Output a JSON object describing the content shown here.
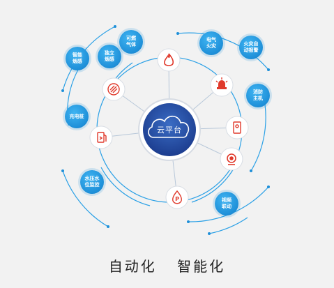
{
  "center": {
    "label": "云平台"
  },
  "outer_nodes": [
    {
      "id": "smart-smoke",
      "label": "智能\n烟感"
    },
    {
      "id": "combustible-gas",
      "label": "可燃\n气体"
    },
    {
      "id": "independent-smoke",
      "label": "独立\n烟感"
    },
    {
      "id": "electrical-fire",
      "label": "电气\n火灾"
    },
    {
      "id": "fire-alarm",
      "label": "火灾自\n动报警"
    },
    {
      "id": "fire-host",
      "label": "消防\n主机"
    },
    {
      "id": "charging-pile",
      "label": "充电桩"
    },
    {
      "id": "water-monitor",
      "label": "水压水\n位监控"
    },
    {
      "id": "video-link",
      "label": "视频\n联动"
    }
  ],
  "inner_icons": [
    "flame-icon",
    "alarm-light-icon",
    "panel-icon",
    "camera-icon",
    "pressure-gauge-icon",
    "extinguisher-icon",
    "heat-sensor-icon"
  ],
  "footer": {
    "left": "自动化",
    "right": "智能化"
  },
  "colors": {
    "accent_blue": "#1e8fd8",
    "icon_red": "#e0392b",
    "center_dark": "#1c3d8f"
  }
}
